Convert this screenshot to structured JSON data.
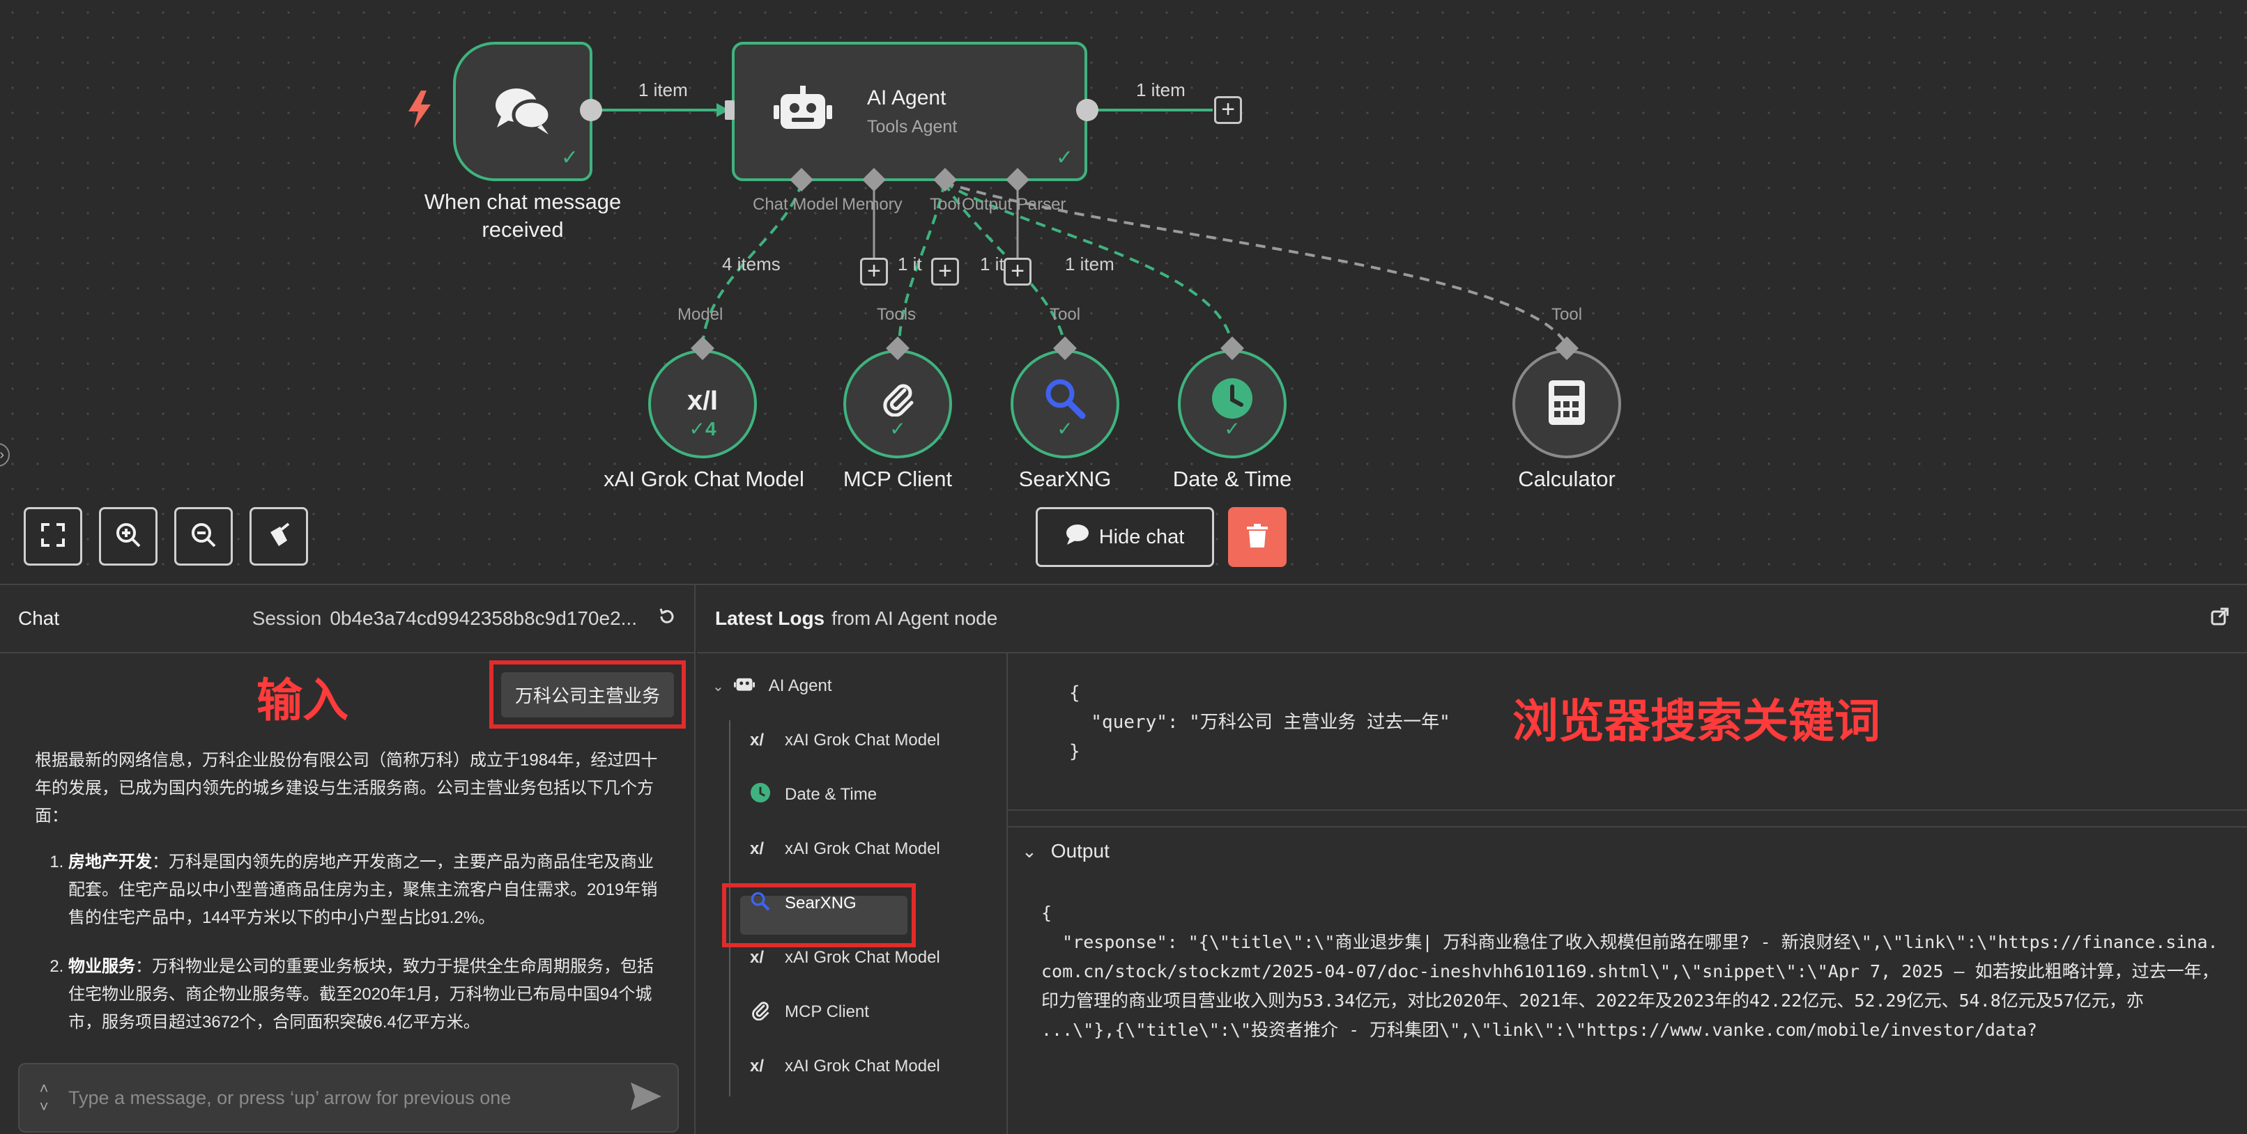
{
  "canvas": {
    "trigger": {
      "label_line1": "When chat message",
      "label_line2": "received"
    },
    "agent": {
      "title": "AI Agent",
      "subtitle": "Tools Agent"
    },
    "connections": {
      "trigger_to_agent": "1 item",
      "agent_out": "1 item",
      "model_items": "4 items",
      "tool_items_a": "1 it",
      "tool_items_b": "1 it",
      "tool_items_c": "1 item"
    },
    "agent_handles": [
      "Chat Model",
      "Memory",
      "Tool",
      "Output Parser"
    ],
    "sub_nodes": [
      {
        "name": "xAI Grok Chat Model",
        "handle": "Model",
        "badge": "✓4"
      },
      {
        "name": "MCP Client",
        "handle": "Tools",
        "badge": "✓"
      },
      {
        "name": "SearXNG",
        "handle": "Tool",
        "badge": "✓"
      },
      {
        "name": "Date & Time",
        "handle": "",
        "badge": "✓"
      },
      {
        "name": "Calculator",
        "handle": "Tool",
        "badge": ""
      }
    ],
    "hide_chat_label": "Hide chat"
  },
  "chat": {
    "title": "Chat",
    "session_label": "Session",
    "session_id": "0b4e3a74cd9942358b8c9d170e2...",
    "annotation_input": "输入",
    "user_message": "万科公司主营业务",
    "bot_intro": "根据最新的网络信息，万科企业股份有限公司（简称万科）成立于1984年，经过四十年的发展，已成为国内领先的城乡建设与生活服务商。公司主营业务包括以下几个方面：",
    "bot_items": [
      {
        "title": "房地产开发",
        "text": "：万科是国内领先的房地产开发商之一，主要产品为商品住宅及商业配套。住宅产品以中小型普通商品住房为主，聚焦主流客户自住需求。2019年销售的住宅产品中，144平方米以下的中小户型占比91.2%。"
      },
      {
        "title": "物业服务",
        "text": "：万科物业是公司的重要业务板块，致力于提供全生命周期服务，包括住宅物业服务、商企物业服务等。截至2020年1月，万科物业已布局中国94个城市，服务项目超过3672个，合同面积突破6.4亿平方米。"
      }
    ],
    "input_placeholder": "Type a message, or press ‘up’ arrow for previous one"
  },
  "logs": {
    "title_bold": "Latest Logs",
    "title_rest": "from AI Agent node",
    "tree": [
      {
        "label": "AI Agent",
        "icon": "robot-icon"
      },
      {
        "label": "xAI Grok Chat Model",
        "icon": "xai-icon"
      },
      {
        "label": "Date & Time",
        "icon": "clock-icon"
      },
      {
        "label": "xAI Grok Chat Model",
        "icon": "xai-icon"
      },
      {
        "label": "SearXNG",
        "icon": "search-icon"
      },
      {
        "label": "xAI Grok Chat Model",
        "icon": "xai-icon"
      },
      {
        "label": "MCP Client",
        "icon": "paperclip-icon"
      },
      {
        "label": "xAI Grok Chat Model",
        "icon": "xai-icon"
      }
    ],
    "input_json": "{\n  \"query\": \"万科公司 主营业务 过去一年\"\n}",
    "annotation_keyword": "浏览器搜索关键词",
    "output_label": "Output",
    "output_open": "{",
    "output_response": "  \"response\": \"{\\\"title\\\":\\\"商业退步集| 万科商业稳住了收入规模但前路在哪里? - 新浪财经\\\",\\\"link\\\":\\\"https://finance.sina.com.cn/stock/stockzmt/2025-04-07/doc-ineshvhh6101169.shtml\\\",\\\"snippet\\\":\\\"Apr 7, 2025 — 如若按此粗略计算，过去一年，印力管理的商业项目营业收入则为53.34亿元，对比2020年、2021年、2022年及2023年的42.22亿元、52.29亿元、54.8亿元及57亿元，亦 ...\\\"},{\\\"title\\\":\\\"投资者推介 - 万科集团\\\",\\\"link\\\":\\\"https://www.vanke.com/mobile/investor/data?"
  },
  "colors": {
    "success": "#3fb37f",
    "danger": "#f16a5a",
    "annotation": "#ff3b3b",
    "searx_blue": "#3f63f0"
  }
}
